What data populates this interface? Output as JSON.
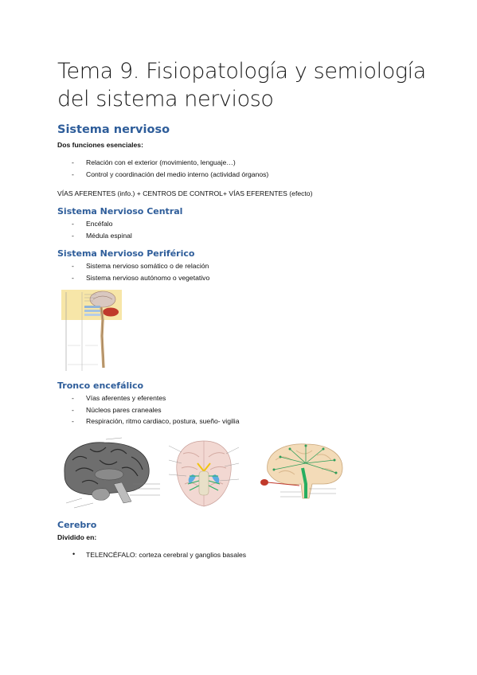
{
  "title": "Tema 9. Fisiopatología y semiología del sistema nervioso",
  "section1": {
    "heading": "Sistema nervioso",
    "intro": "Dos funciones esenciales:",
    "items": [
      "Relación con el exterior (movimiento, lenguaje…)",
      "Control y coordinación del medio interno (actividad órganos)"
    ],
    "pathway": "VÍAS AFERENTES (info.) + CENTROS DE CONTROL+ VÍAS EFERENTES (efecto)"
  },
  "snc": {
    "heading": "Sistema Nervioso Central",
    "items": [
      "Encéfalo",
      "Médula espinal"
    ]
  },
  "snp": {
    "heading": "Sistema Nervioso Periférico",
    "items": [
      "Sistema nervioso somático o de relación",
      "Sistema nervioso autónomo o vegetativo"
    ]
  },
  "tronco": {
    "heading": "Tronco encefálico",
    "items": [
      "Vías aferentes y eferentes",
      "Núcleos pares craneales",
      "Respiración, ritmo cardiaco, postura, sueño- vigilia"
    ]
  },
  "cerebro": {
    "heading": "Cerebro",
    "intro": "Dividido en:",
    "items": [
      "TELENCÉFALO: corteza cerebral y ganglios basales"
    ]
  },
  "list_marks": {
    "dash": "-",
    "bullet": "•"
  },
  "colors": {
    "heading": "#2e5d9a",
    "text": "#111111"
  }
}
